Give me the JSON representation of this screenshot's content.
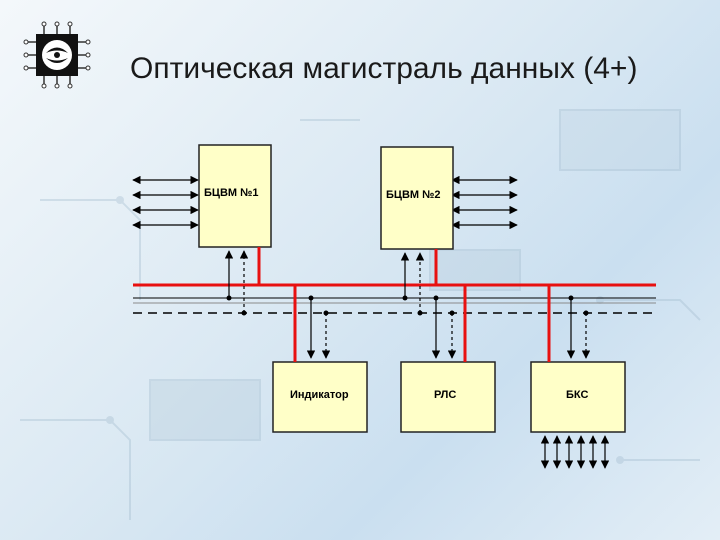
{
  "slide": {
    "title": "Оптическая магистраль данных (4+)"
  },
  "blocks": {
    "bcvm1": "БЦВМ №1",
    "bcvm2": "БЦВМ №2",
    "indicator": "Индикатор",
    "rls": "РЛС",
    "bks": "БКС"
  },
  "colors": {
    "block_fill": "#ffffc8",
    "bus_red": "#e81010",
    "bus_black": "#000000",
    "bus_gray": "#8a8a8a",
    "title_text": "#1a1a1a"
  },
  "icons": {
    "logo": "chip-logo-icon"
  }
}
